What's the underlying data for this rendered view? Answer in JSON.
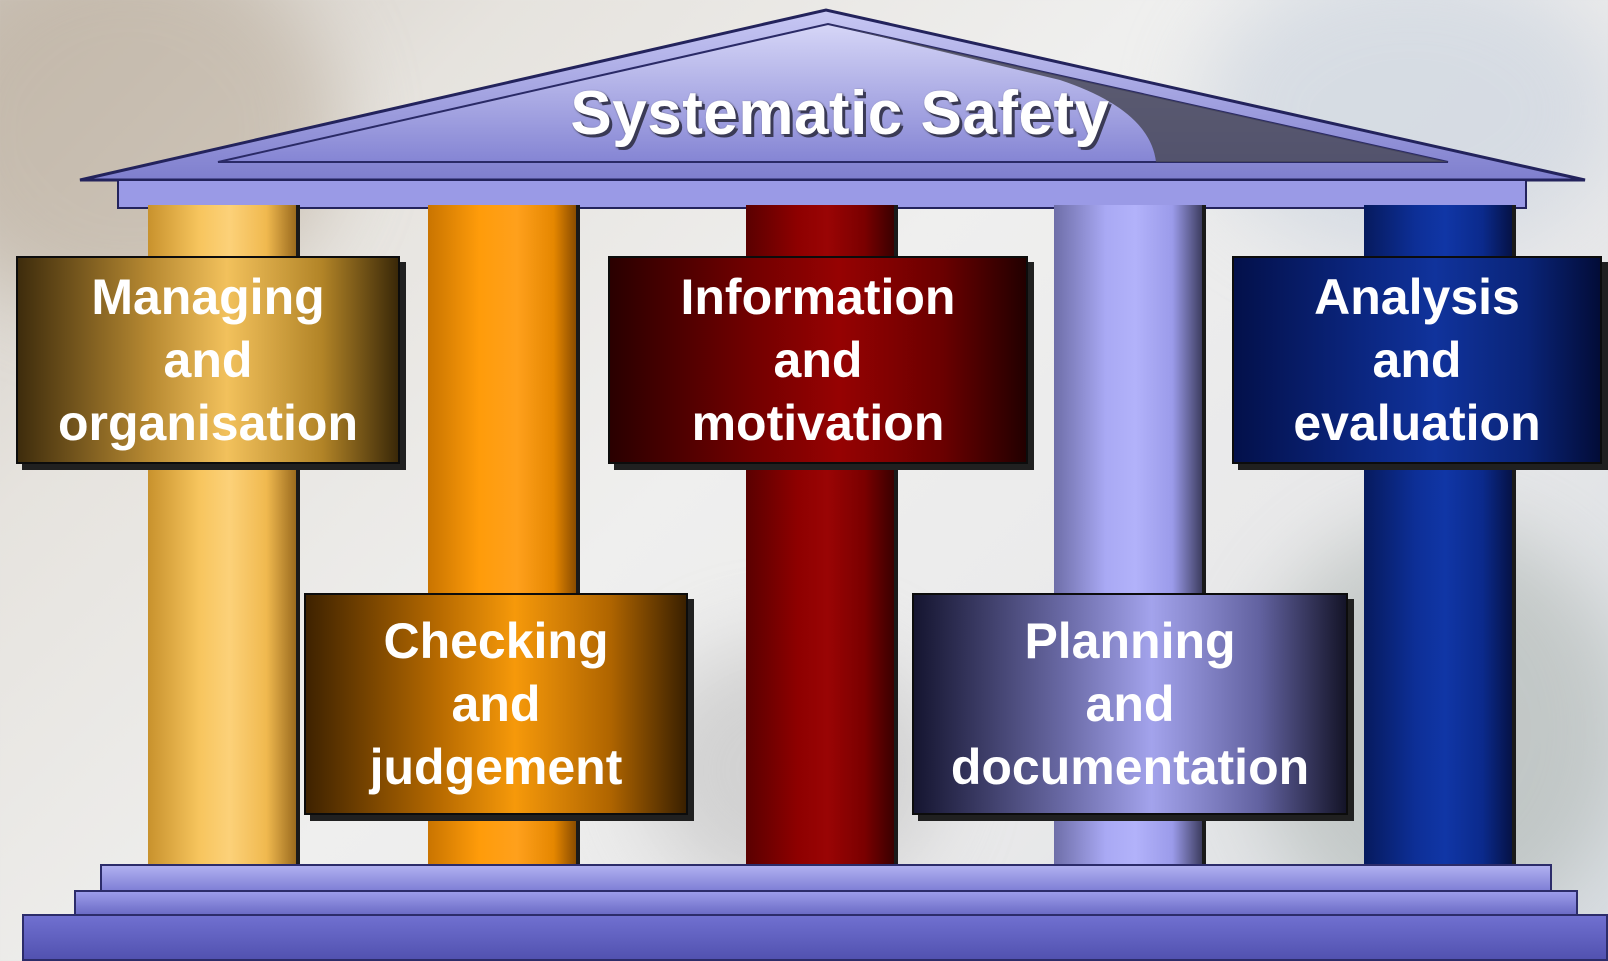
{
  "title": "Systematic Safety",
  "pillars": [
    {
      "line1": "Managing",
      "line2": "and",
      "line3": "organisation"
    },
    {
      "line1": "Checking",
      "line2": "and",
      "line3": "judgement"
    },
    {
      "line1": "Information",
      "line2": "and",
      "line3": "motivation"
    },
    {
      "line1": "Planning",
      "line2": "and",
      "line3": "documentation"
    },
    {
      "line1": "Analysis",
      "line2": "and",
      "line3": "evaluation"
    }
  ],
  "colors": {
    "gold": "#f5c35a",
    "orange": "#ff9a00",
    "red": "#8b0000",
    "lavender": "#a7a7f0",
    "navy": "#0b2a8c",
    "roof": "#8080d8"
  }
}
